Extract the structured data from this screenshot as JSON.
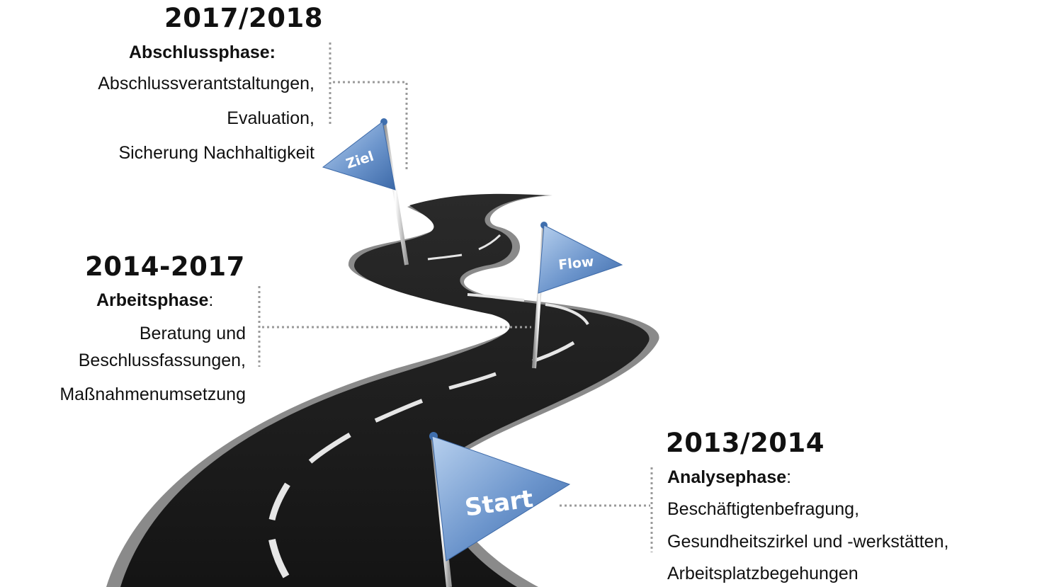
{
  "phases": {
    "final": {
      "year": "2017/2018",
      "title": "Abschlussphase:",
      "items": [
        "Abschlussverantstaltungen,",
        "Evaluation,",
        "Sicherung Nachhaltigkeit"
      ]
    },
    "work": {
      "year": "2014-2017",
      "title": "Arbeitsphase",
      "title_suffix": ":",
      "items": [
        "Beratung und",
        "Beschlussfassungen,",
        "Maßnahmenumsetzung"
      ]
    },
    "analysis": {
      "year": "2013/2014",
      "title": "Analysephase",
      "title_suffix": ":",
      "items": [
        "Beschäftigtenbefragung,",
        "Gesundheitszirkel und -werkstätten,",
        "Arbeitsplatzbegehungen"
      ]
    }
  },
  "flags": {
    "ziel": "Ziel",
    "flow": "Flow",
    "start": "Start"
  },
  "colors": {
    "road": "#1c1c1c",
    "road_edge": "#8a8a8a",
    "lane": "#e6e6e6",
    "flag_light": "#9cbde2",
    "flag_dark": "#3f6fae",
    "connector": "#9a9a9a"
  }
}
